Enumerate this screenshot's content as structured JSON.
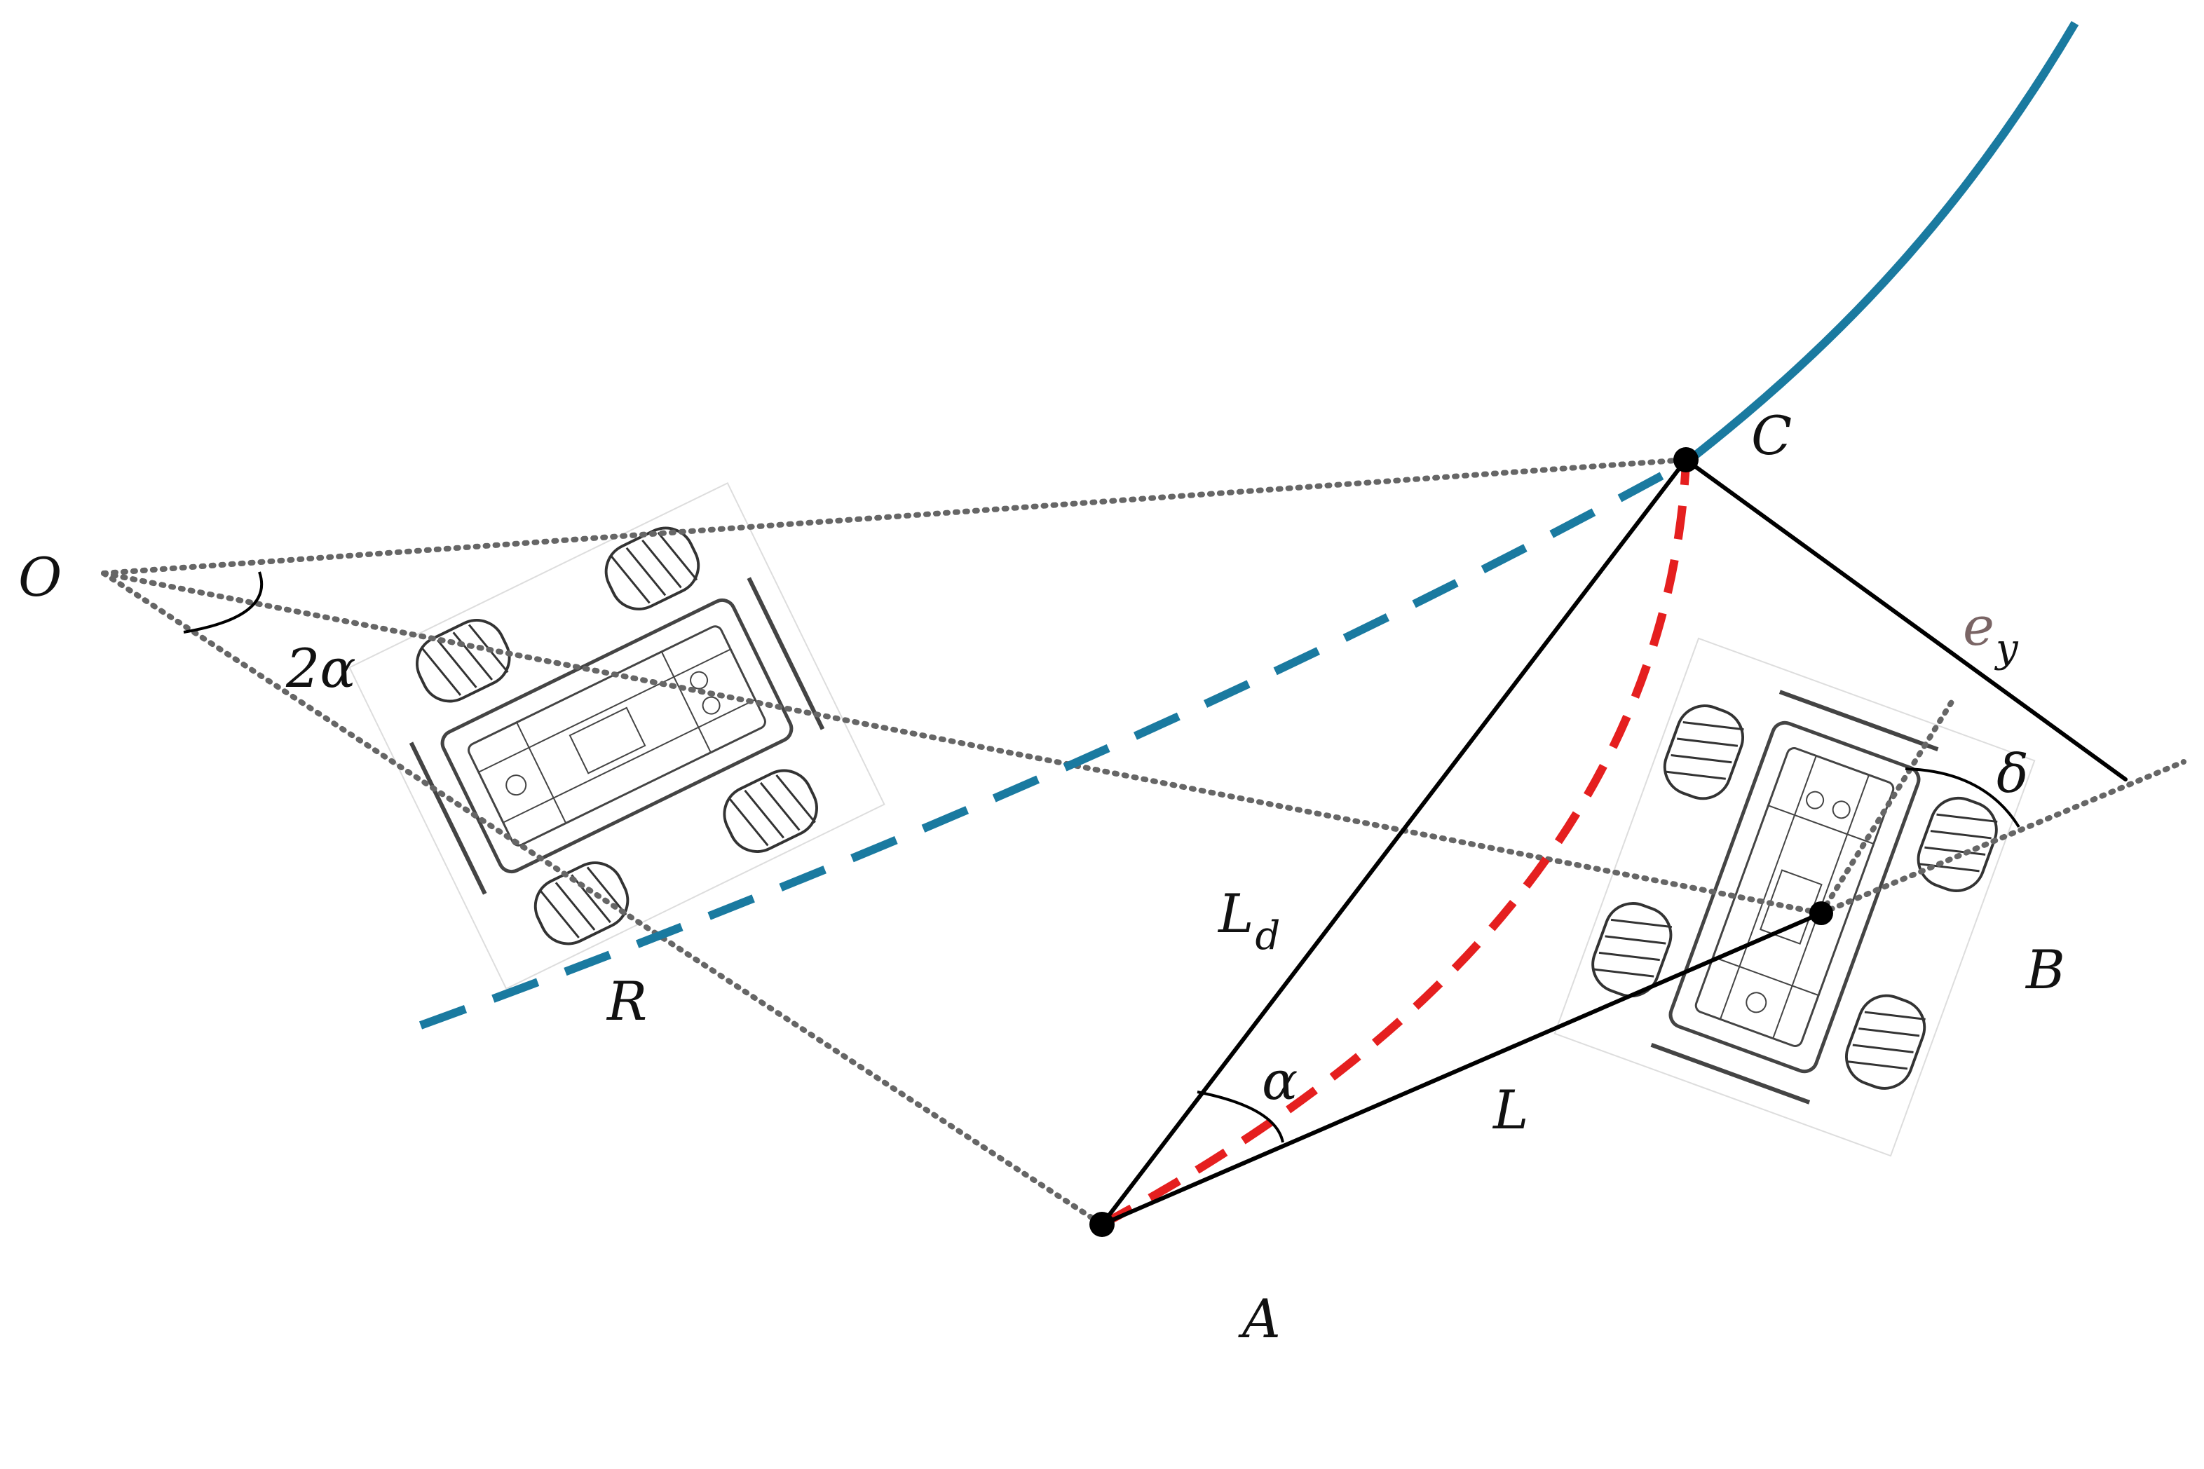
{
  "diagram": {
    "labels": {
      "O": "O",
      "C": "C",
      "A": "A",
      "B": "B",
      "R": "R",
      "L": "L",
      "Ld": "L",
      "Ld_sub": "d",
      "alpha": "α",
      "two_alpha": "2α",
      "delta": "δ",
      "ey": "e",
      "ey_sub": "y"
    },
    "colors": {
      "path": "#1a7aa0",
      "arc": "#e51f1f",
      "line": "#000000",
      "dotted": "#666666",
      "ey": "#7a6565"
    },
    "icons": [
      "rover-a-icon",
      "rover-b-icon"
    ]
  }
}
